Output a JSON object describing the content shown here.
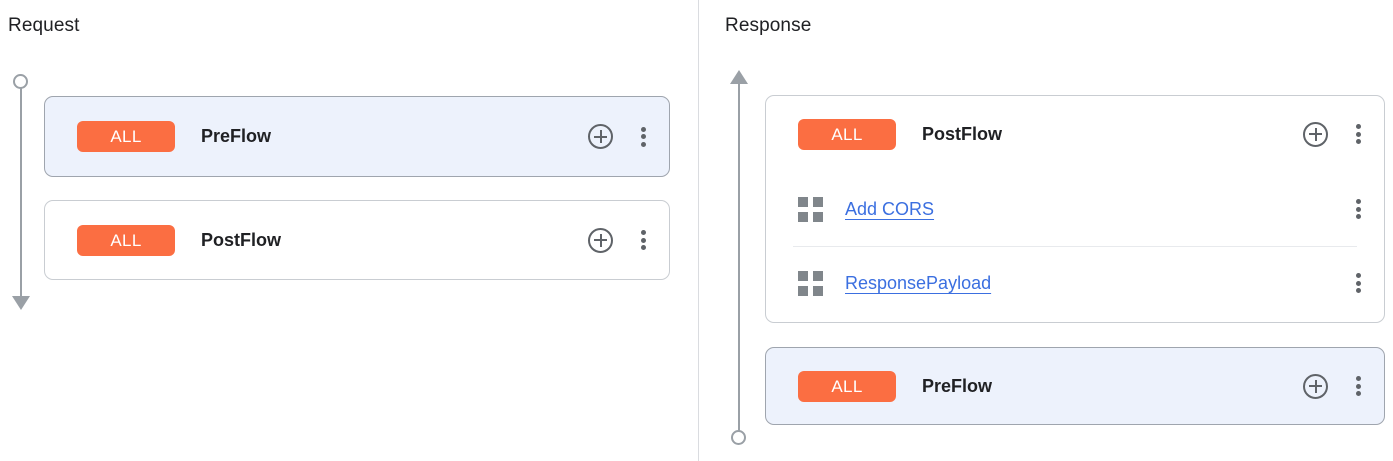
{
  "panels": {
    "request": {
      "title": "Request",
      "rail": {
        "start_icon": "circle-node",
        "end_icon": "arrow-down"
      },
      "cards": [
        {
          "id": "request-preflow",
          "selected": true,
          "badge": "ALL",
          "name": "PreFlow",
          "add_icon": "add-circle-icon",
          "more_icon": "more-vert-icon",
          "policies": []
        },
        {
          "id": "request-postflow",
          "selected": false,
          "badge": "ALL",
          "name": "PostFlow",
          "add_icon": "add-circle-icon",
          "more_icon": "more-vert-icon",
          "policies": []
        }
      ]
    },
    "response": {
      "title": "Response",
      "rail": {
        "start_icon": "arrow-up",
        "end_icon": "circle-node"
      },
      "cards": [
        {
          "id": "response-postflow",
          "selected": false,
          "badge": "ALL",
          "name": "PostFlow",
          "add_icon": "add-circle-icon",
          "more_icon": "more-vert-icon",
          "policies": [
            {
              "icon": "policy-grid-icon",
              "label": "Add CORS",
              "more_icon": "more-vert-icon"
            },
            {
              "icon": "policy-grid-icon",
              "label": "ResponsePayload",
              "more_icon": "more-vert-icon"
            }
          ]
        },
        {
          "id": "response-preflow",
          "selected": true,
          "badge": "ALL",
          "name": "PreFlow",
          "add_icon": "add-circle-icon",
          "more_icon": "more-vert-icon",
          "policies": []
        }
      ]
    }
  },
  "colors": {
    "badge_bg": "#fb6e42",
    "badge_text": "#ffffff",
    "selected_card_bg": "#edf2fc",
    "card_border": "#c9cdd2",
    "link": "#3b6fe0",
    "rail": "#9aa0a6",
    "icon": "#5f6368",
    "divider": "#e8eaed"
  }
}
